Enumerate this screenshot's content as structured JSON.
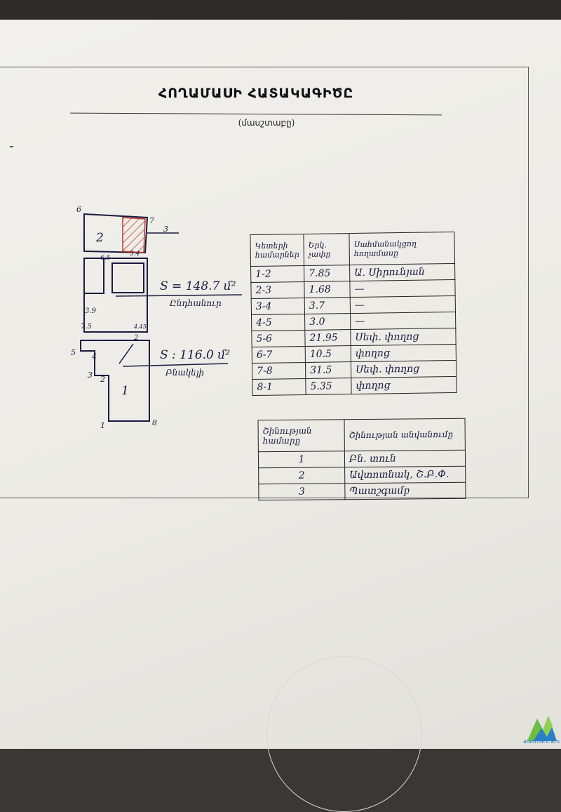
{
  "title": "ՀՈՂԱՄԱՍԻ ՀԱՏԱԿԱԳԻԾԸ",
  "scale_note": "(մասշտաբը)",
  "plan": {
    "corner_labels": [
      "1",
      "2",
      "3",
      "4",
      "5",
      "6",
      "7",
      "8"
    ],
    "room_labels": [
      "1",
      "2"
    ],
    "dimensions": [
      "6.5",
      "3.4",
      "3.9",
      "7.5",
      "4.45",
      "2",
      "4"
    ],
    "area_total": "S = 148.7 մ²",
    "area_total_label": "Ընդհանուր",
    "area_built": "S : 116.0 մ²",
    "area_built_label": "Բնակելի"
  },
  "segments_table": {
    "headers": [
      "Կետերի համարներ",
      "Երկ. չափը",
      "Սահմանակցող հողամասը"
    ],
    "rows": [
      [
        "1-2",
        "7.85",
        "Ա. Սիրունյան"
      ],
      [
        "2-3",
        "1.68",
        "—"
      ],
      [
        "3-4",
        "3.7",
        "—"
      ],
      [
        "4-5",
        "3.0",
        "—"
      ],
      [
        "5-6",
        "21.95",
        "Սեփ. փողոց"
      ],
      [
        "6-7",
        "10.5",
        "փողոց"
      ],
      [
        "7-8",
        "31.5",
        "Սեփ. փողոց"
      ],
      [
        "8-1",
        "5.35",
        "փողոց"
      ]
    ]
  },
  "rooms_table": {
    "headers": [
      "Շինության համարը",
      "Շինության անվանումը"
    ],
    "rows": [
      [
        "1",
        "Բն. տուն"
      ],
      [
        "2",
        "Ավտոտնակ, Շ.Բ.Փ."
      ],
      [
        "3",
        "Պատշգամբ"
      ]
    ]
  },
  "watermark": "alasmark.am",
  "colors": {
    "paper": "#ecebe6",
    "ink": "#1a1a40",
    "hatch": "#c0392b",
    "logo_green": "#6cbf3a",
    "logo_blue": "#2b7fc4"
  }
}
